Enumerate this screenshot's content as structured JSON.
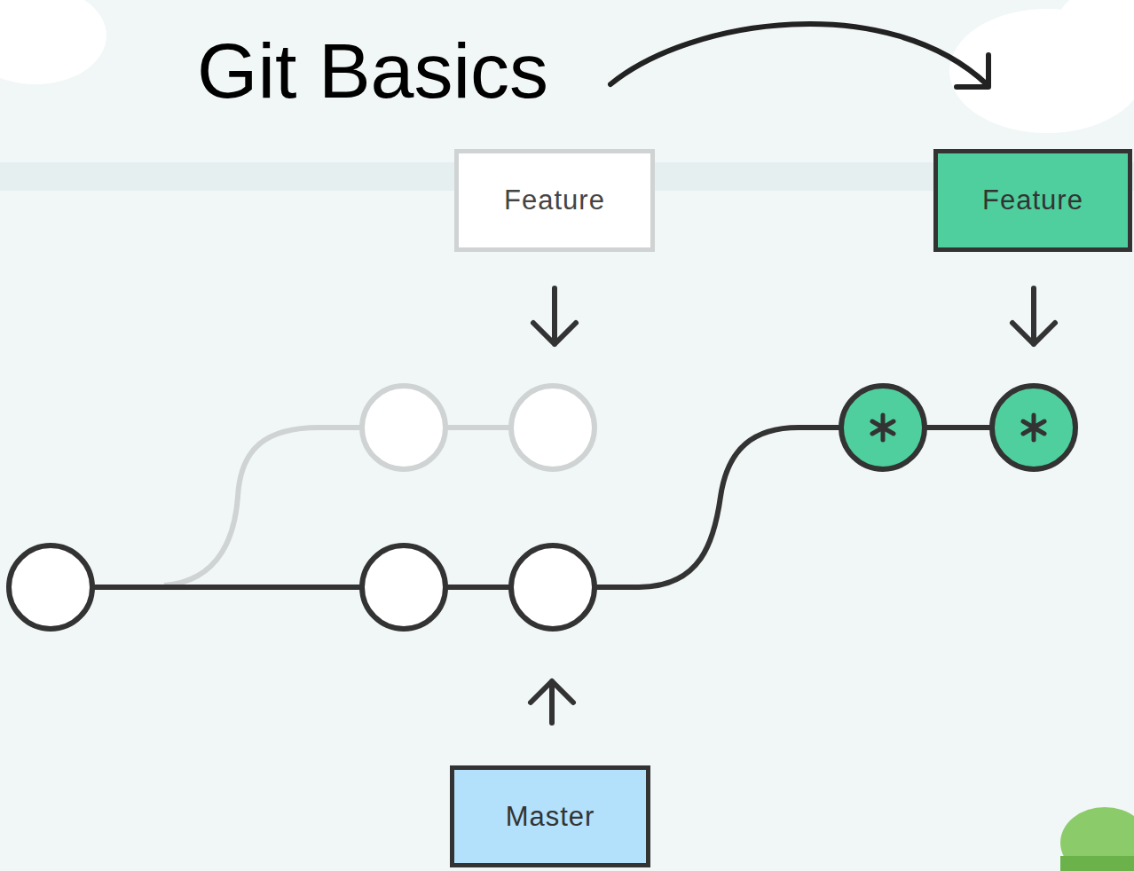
{
  "diagram": {
    "title": "Git Basics",
    "nodes": [
      {
        "text": [
          "Feature"
        ]
      },
      {
        "text": [
          "Feature"
        ]
      },
      {
        "text": [
          "Master"
        ]
      }
    ]
  }
}
